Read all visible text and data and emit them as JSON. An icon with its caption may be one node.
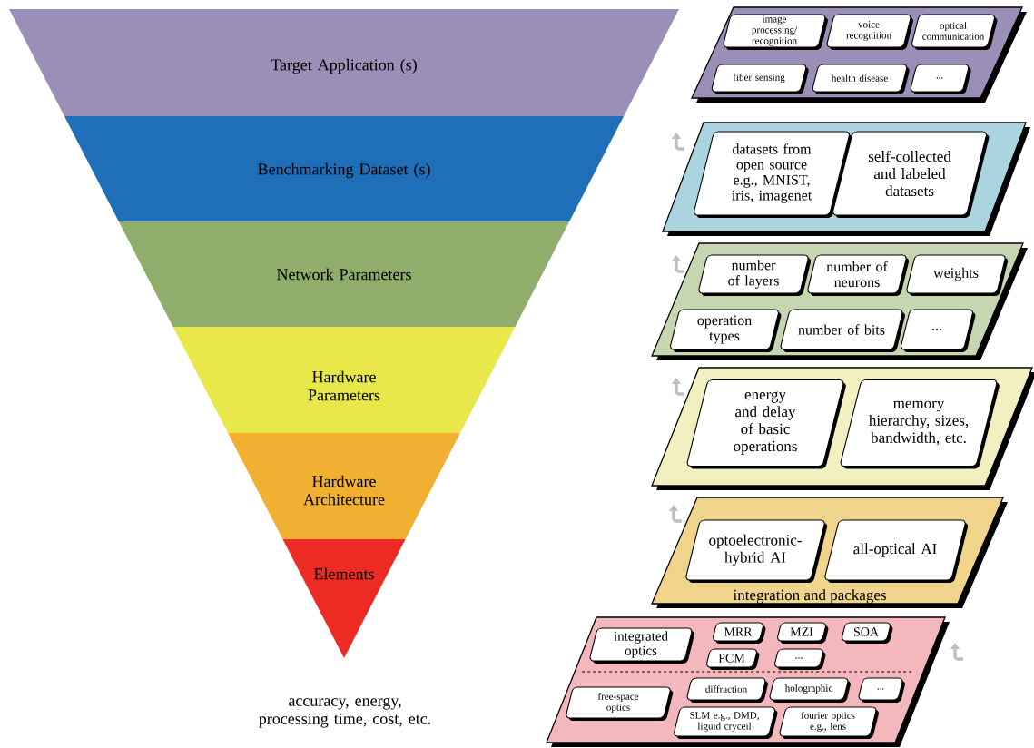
{
  "diagram": {
    "nodes": [
      {
        "text": [
          "Target Application (s)"
        ]
      },
      {
        "text": [
          "Benchmarking Dataset (s)"
        ]
      },
      {
        "text": [
          "Network Parameters"
        ]
      },
      {
        "text": [
          "Hardware Parameters"
        ]
      },
      {
        "text": [
          "Hardware Architecture"
        ]
      },
      {
        "text": [
          "Elements"
        ]
      },
      {
        "text": [],
        "shape": "parallelogram"
      },
      {
        "text": [
          "image processing/ recognition"
        ],
        "in": 6
      },
      {
        "text": [
          "voice recognition"
        ],
        "in": 6
      },
      {
        "text": [
          "optical communication"
        ],
        "in": 6
      },
      {
        "text": [
          "fiber sensing"
        ],
        "in": 6
      },
      {
        "text": [
          "health disease"
        ],
        "in": 6
      },
      {
        "text": [
          "..."
        ],
        "in": 6
      },
      {
        "text": [],
        "shape": "parallelogram"
      },
      {
        "text": [
          "datasets from open source e.g., MNIST, iris, imagenet"
        ],
        "in": 13
      },
      {
        "text": [
          "self-collected and labeled datasets"
        ],
        "in": 13
      },
      {
        "text": [],
        "shape": "parallelogram"
      },
      {
        "text": [
          "number of layers"
        ],
        "in": 16
      },
      {
        "text": [
          "number of neurons"
        ],
        "in": 16
      },
      {
        "text": [
          "weights"
        ],
        "in": 16
      },
      {
        "text": [
          "operation types"
        ],
        "in": 16
      },
      {
        "text": [
          "number of bits"
        ],
        "in": 16
      },
      {
        "text": [
          "..."
        ],
        "in": 16
      },
      {
        "text": [],
        "shape": "parallelogram"
      },
      {
        "text": [
          "energy and delay of basic operations"
        ],
        "in": 23
      },
      {
        "text": [
          "memory hierarchy, sizes, bandwidth, etc."
        ],
        "in": 23
      },
      {
        "text": [
          "integration and packages"
        ]
      },
      {
        "text": [
          "optoelectronic- hybrid AI"
        ],
        "in": 26
      },
      {
        "text": [
          "all-optical AI"
        ],
        "in": 26
      },
      {
        "text": [],
        "shape": "parallelogram"
      },
      {
        "text": [
          "integrated optics"
        ],
        "in": 29
      },
      {
        "text": [
          "MRR"
        ],
        "in": 29
      },
      {
        "text": [
          "MZI"
        ],
        "in": 29
      },
      {
        "text": [
          "SOA"
        ],
        "in": 29
      },
      {
        "text": [
          "PCM"
        ],
        "in": 29
      },
      {
        "text": [
          "..."
        ],
        "in": 29
      },
      {
        "text": [
          "free-space optics"
        ],
        "in": 29
      },
      {
        "text": [
          "diffraction"
        ],
        "in": 29
      },
      {
        "text": [
          "holographic"
        ],
        "in": 29
      },
      {
        "text": [
          "..."
        ],
        "in": 29
      },
      {
        "text": [
          "SLM e.g., DMD, liguid cryceil"
        ],
        "in": 29
      },
      {
        "text": [
          "fourier optics e.g., lens"
        ],
        "in": 29
      }
    ],
    "labels": [
      "accuracy, energy, processing time, cost, etc."
    ]
  }
}
